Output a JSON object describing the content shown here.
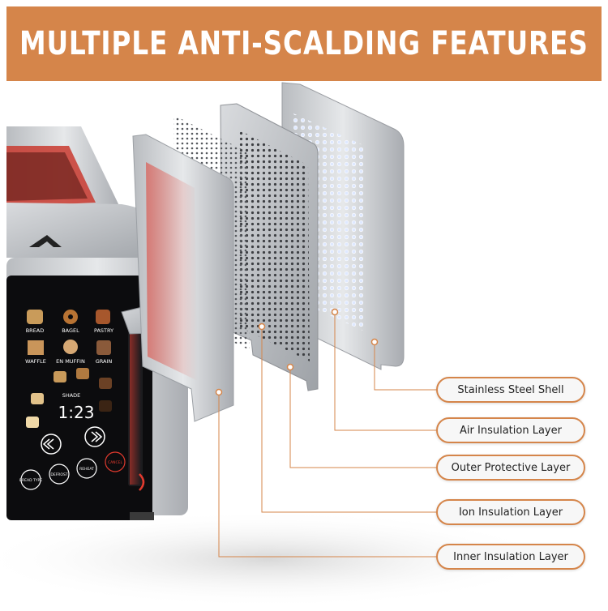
{
  "banner": {
    "title": "MULTIPLE ANTI-SCALDING FEATURES"
  },
  "layers": [
    {
      "label": "Stainless Steel Shell"
    },
    {
      "label": "Air Insulation Layer"
    },
    {
      "label": "Outer Protective Layer"
    },
    {
      "label": "Ion Insulation Layer"
    },
    {
      "label": "Inner Insulation Layer"
    }
  ],
  "control_panel": {
    "buttons": [
      "BREAD",
      "BAGEL",
      "PASTRY",
      "WAFFLE",
      "EN MUFFIN",
      "GRAIN"
    ],
    "shade_label": "SHADE",
    "display_time": "1:23",
    "function_buttons": [
      "BREAD TYPE",
      "DEFROST",
      "REHEAT",
      "CANCEL"
    ]
  },
  "colors": {
    "accent": "#d5854a",
    "banner_text": "#ffffff"
  }
}
